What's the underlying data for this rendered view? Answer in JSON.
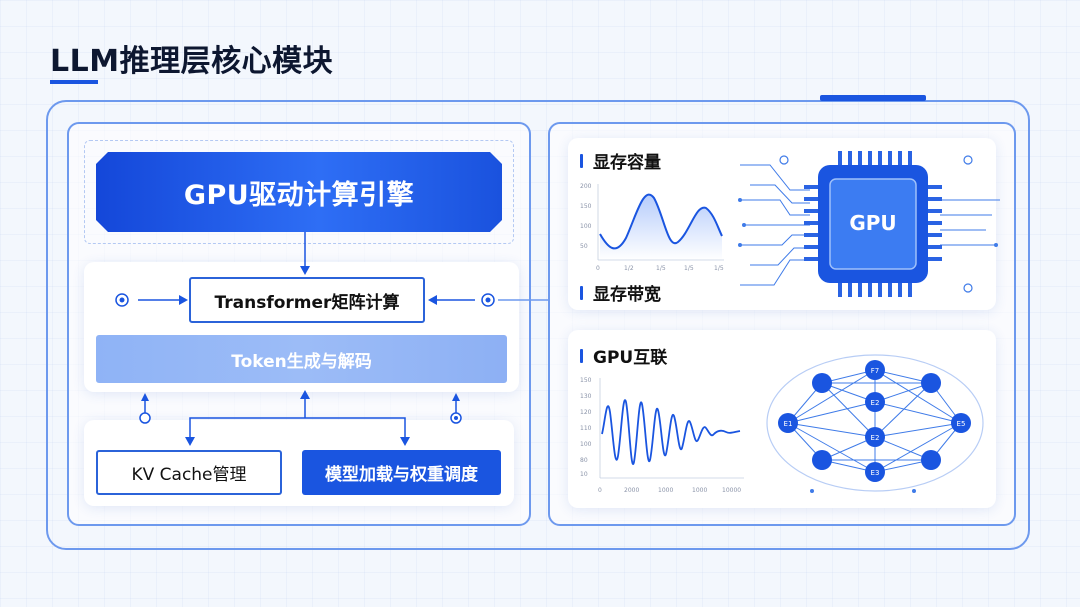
{
  "header": {
    "title": "LLM推理层核心模块"
  },
  "left": {
    "engine": "GPU驱动计算引擎",
    "transformer": "Transformer矩阵计算",
    "token": "Token生成与解码",
    "kv_cache": "KV Cache管理",
    "model_load": "模型加载与权重调度"
  },
  "right": {
    "memory_capacity": "显存容量",
    "memory_bandwidth": "显存带宽",
    "gpu_chip": "GPU",
    "interconnect": "GPU互联",
    "chart1_y_ticks": [
      "200",
      "150",
      "100",
      "50"
    ],
    "chart1_x_ticks": [
      "0",
      "1/2",
      "1/5",
      "1/5",
      "1/5"
    ],
    "chart2_y_ticks": [
      "150",
      "130",
      "120",
      "110",
      "100",
      "80",
      "10"
    ],
    "chart2_x_ticks": [
      "0",
      "2000",
      "1000",
      "1000",
      "10000"
    ],
    "net_nodes": [
      "F7",
      "E2",
      "E2",
      "E3",
      "E1",
      "E5"
    ]
  },
  "colors": {
    "accent": "#1a55e0",
    "light_accent": "#9cbcf7",
    "border": "#6d99ee"
  }
}
